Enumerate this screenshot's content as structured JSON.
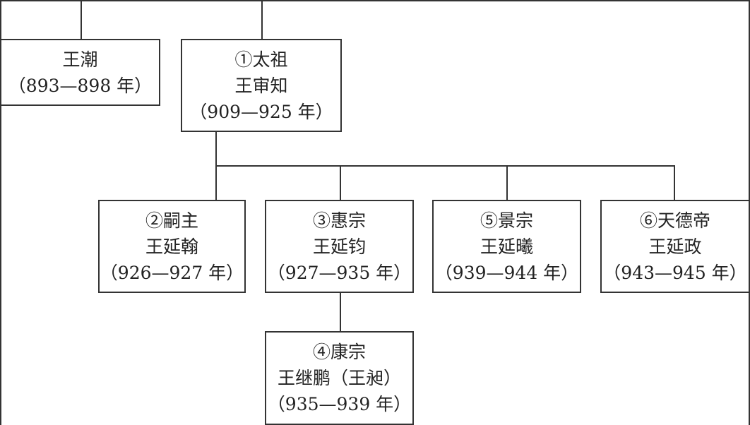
{
  "diagram": {
    "nodes": {
      "wang_chao": {
        "title": "",
        "name": "王潮",
        "years": "（893—898 年）"
      },
      "taizu": {
        "title": "①太祖",
        "name": "王审知",
        "years": "（909—925 年）"
      },
      "sizhu": {
        "title": "②嗣主",
        "name": "王延翰",
        "years": "（926—927 年）"
      },
      "huizong": {
        "title": "③惠宗",
        "name": "王延钧",
        "years": "（927—935 年）"
      },
      "jingzong": {
        "title": "⑤景宗",
        "name": "王延曦",
        "years": "（939—944 年）"
      },
      "tiandedi": {
        "title": "⑥天德帝",
        "name": "王延政",
        "years": "（943—945 年）"
      },
      "kangzong": {
        "title": "④康宗",
        "name": "王继鹏（王昶）",
        "years": "（935—939 年）"
      }
    },
    "edges": [
      [
        "root",
        "wang_chao"
      ],
      [
        "root",
        "taizu"
      ],
      [
        "taizu",
        "sizhu"
      ],
      [
        "taizu",
        "huizong"
      ],
      [
        "taizu",
        "jingzong"
      ],
      [
        "taizu",
        "tiandedi"
      ],
      [
        "huizong",
        "kangzong"
      ]
    ],
    "colors": {
      "line": "#333333",
      "box_border": "#333333",
      "text": "#222222",
      "background": "#ffffff"
    }
  }
}
